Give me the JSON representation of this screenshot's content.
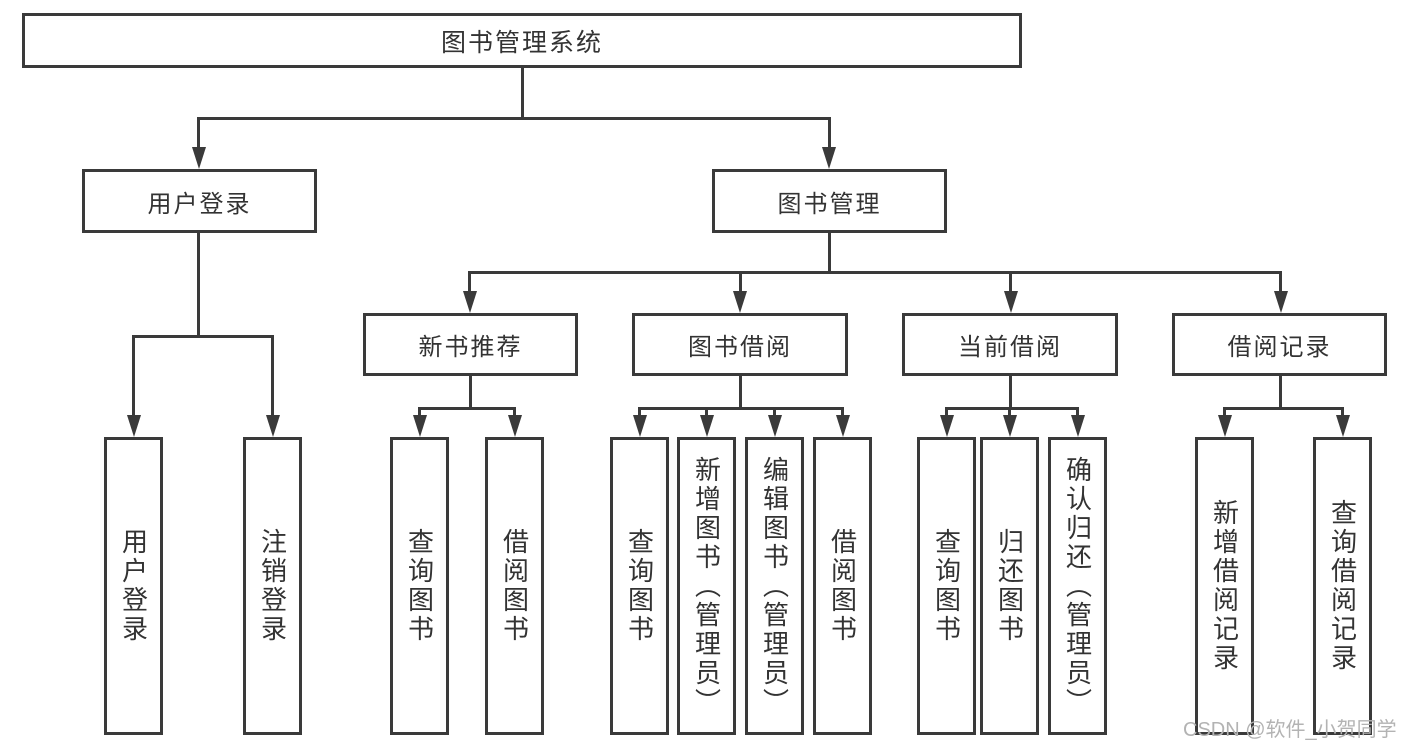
{
  "diagram": {
    "root": {
      "label": "图书管理系统"
    },
    "level2": [
      {
        "label": "用户登录"
      },
      {
        "label": "图书管理"
      }
    ],
    "level3": [
      {
        "label": "新书推荐",
        "parent": "图书管理"
      },
      {
        "label": "图书借阅",
        "parent": "图书管理"
      },
      {
        "label": "当前借阅",
        "parent": "图书管理"
      },
      {
        "label": "借阅记录",
        "parent": "图书管理"
      }
    ],
    "leaves": [
      {
        "label": "用户登录",
        "parent": "用户登录"
      },
      {
        "label": "注销登录",
        "parent": "用户登录"
      },
      {
        "label": "查询图书",
        "parent": "新书推荐"
      },
      {
        "label": "借阅图书",
        "parent": "新书推荐"
      },
      {
        "label": "查询图书",
        "parent": "图书借阅"
      },
      {
        "label": "新增图书（管理员）",
        "parent": "图书借阅"
      },
      {
        "label": "编辑图书（管理员）",
        "parent": "图书借阅"
      },
      {
        "label": "借阅图书",
        "parent": "图书借阅"
      },
      {
        "label": "查询图书",
        "parent": "当前借阅"
      },
      {
        "label": "归还图书",
        "parent": "当前借阅"
      },
      {
        "label": "确认归还（管理员）",
        "parent": "当前借阅"
      },
      {
        "label": "新增借阅记录",
        "parent": "借阅记录"
      },
      {
        "label": "查询借阅记录",
        "parent": "借阅记录"
      }
    ],
    "watermark": "CSDN @软件_小贺同学",
    "colors": {
      "line": "#3a3a3a",
      "text": "#333333",
      "background": "#ffffff",
      "watermark": "#b3b3b3"
    }
  }
}
